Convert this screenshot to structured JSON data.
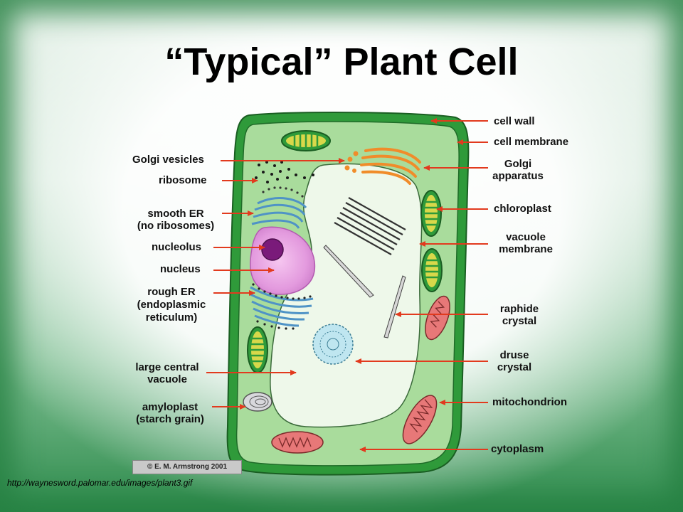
{
  "slide": {
    "title": "“Typical” Plant Cell",
    "source_url": "http://waynesword.palomar.edu/images/plant3.gif",
    "credit": "© E. M. Armstrong 2001"
  },
  "labels": {
    "left": {
      "golgi_vesicles": "Golgi vesicles",
      "ribosome": "ribosome",
      "smooth_er_1": "smooth ER",
      "smooth_er_2": "(no ribosomes)",
      "nucleolus": "nucleolus",
      "nucleus": "nucleus",
      "rough_er_1": "rough ER",
      "rough_er_2": "(endoplasmic",
      "rough_er_3": "reticulum)",
      "large_central_vacuole_1": "large central",
      "large_central_vacuole_2": "vacuole",
      "amyloplast_1": "amyloplast",
      "amyloplast_2": "(starch grain)"
    },
    "right": {
      "cell_wall": "cell wall",
      "cell_membrane": "cell membrane",
      "golgi_apparatus_1": "Golgi",
      "golgi_apparatus_2": "apparatus",
      "chloroplast": "chloroplast",
      "vacuole_membrane_1": "vacuole",
      "vacuole_membrane_2": "membrane",
      "raphide_crystal_1": "raphide",
      "raphide_crystal_2": "crystal",
      "druse_crystal_1": "druse",
      "druse_crystal_2": "crystal",
      "mitochondrion": "mitochondrion",
      "cytoplasm": "cytoplasm"
    }
  },
  "colors": {
    "cell_wall": "#2f9a3a",
    "cytoplasm": "#a9dc9c",
    "vacuole": "#eef8ea",
    "nucleus": "#e6a6e0",
    "nucleolus": "#7a1a7a",
    "arrow": "#e23a1e",
    "golgi": "#f08c2a",
    "er": "#5fa6d6",
    "chloroplast": "#d8d84a",
    "mitochondrion": "#e77878"
  }
}
